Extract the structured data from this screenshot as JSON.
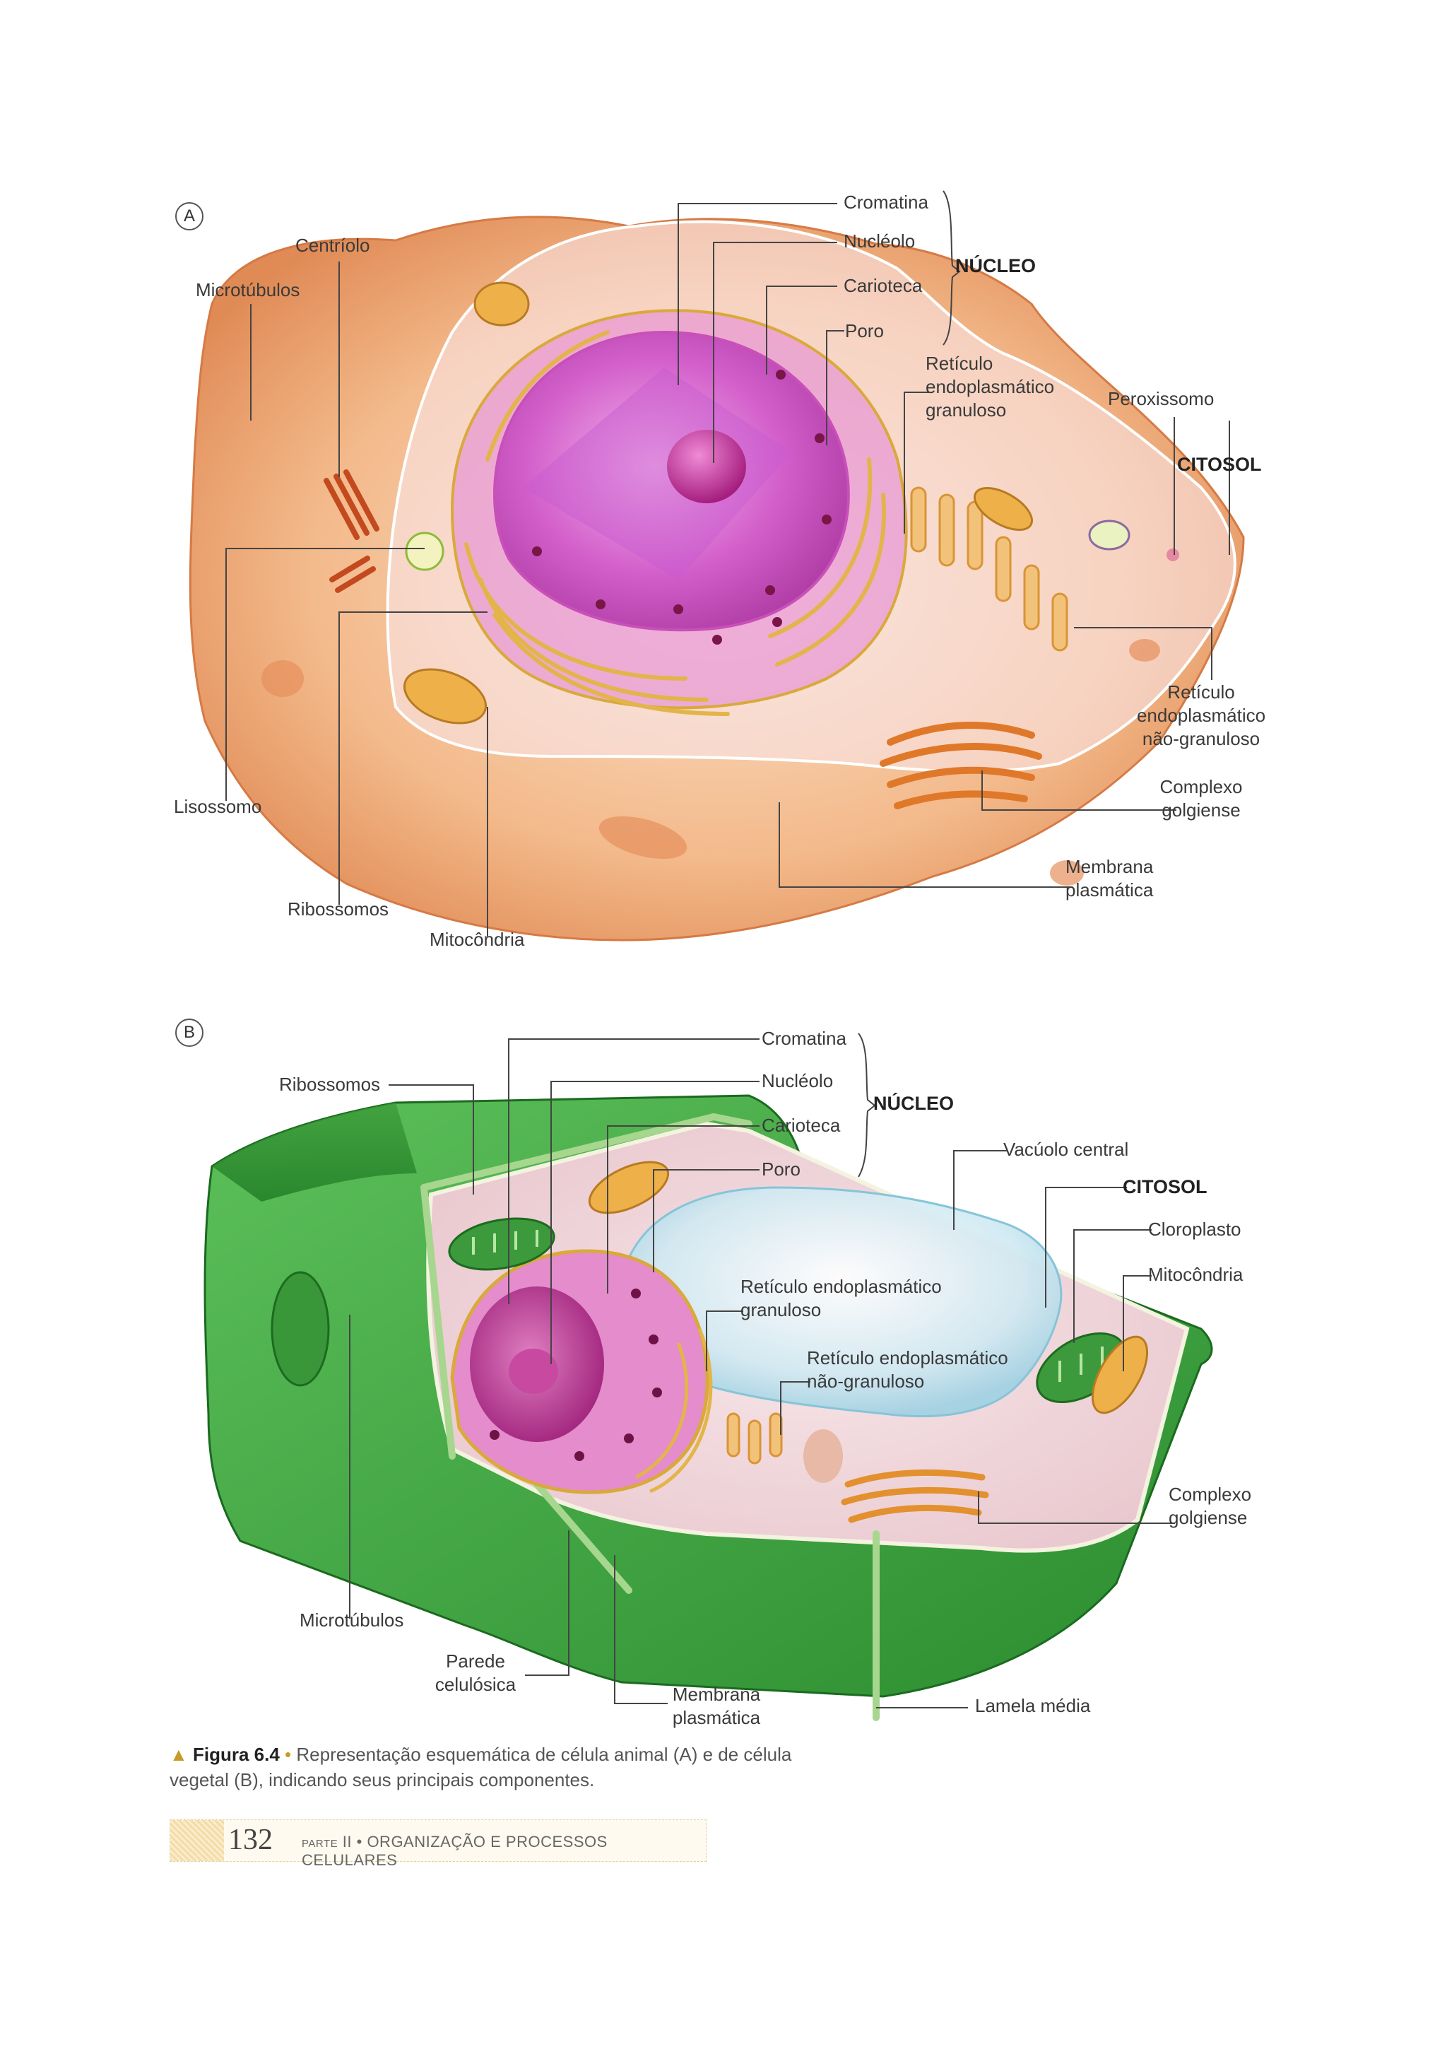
{
  "panel_a": {
    "badge": "A",
    "labels": {
      "microtubulos": "Microtúbulos",
      "centriolo": "Centríolo",
      "cromatina": "Cromatina",
      "nucleolo": "Nucléolo",
      "carioteca": "Carioteca",
      "poro": "Poro",
      "nucleo": "NÚCLEO",
      "reticulo_granuloso": [
        "Retículo",
        "endoplasmático",
        "granuloso"
      ],
      "peroxissomo": "Peroxissomo",
      "citosol": "CITOSOL",
      "reticulo_nao_granuloso": [
        "Retículo",
        "endoplasmático",
        "não-granuloso"
      ],
      "complexo_golgiense": [
        "Complexo",
        "golgiense"
      ],
      "membrana_plasmatica": [
        "Membrana",
        "plasmática"
      ],
      "lisossomo": "Lisossomo",
      "ribossomos": "Ribossomos",
      "mitocondria": "Mitocôndria"
    }
  },
  "panel_b": {
    "badge": "B",
    "labels": {
      "ribossomos": "Ribossomos",
      "cromatina": "Cromatina",
      "nucleolo": "Nucléolo",
      "carioteca": "Carioteca",
      "poro": "Poro",
      "nucleo": "NÚCLEO",
      "vacuolo_central": "Vacúolo central",
      "citosol": "CITOSOL",
      "cloroplasto": "Cloroplasto",
      "mitocondria": "Mitocôndria",
      "reticulo_granuloso": [
        "Retículo endoplasmático",
        "granuloso"
      ],
      "reticulo_nao_granuloso": [
        "Retículo endoplasmático",
        "não-granuloso"
      ],
      "complexo_golgiense": [
        "Complexo",
        "golgiense"
      ],
      "microtubulos": "Microtúbulos",
      "parede_celulosica": [
        "Parede",
        "celulósica"
      ],
      "membrana_plasmatica": [
        "Membrana",
        "plasmática"
      ],
      "lamela_media": "Lamela média"
    }
  },
  "caption": {
    "figure_number": "Figura 6.4",
    "text_line1": "Representação esquemática de célula animal (A) e de célula",
    "text_line2": "vegetal (B), indicando seus principais componentes."
  },
  "footer": {
    "page_number": "132",
    "part_word": "PARTE",
    "part_numeral": "II",
    "section": "ORGANIZAÇÃO E PROCESSOS CELULARES"
  }
}
